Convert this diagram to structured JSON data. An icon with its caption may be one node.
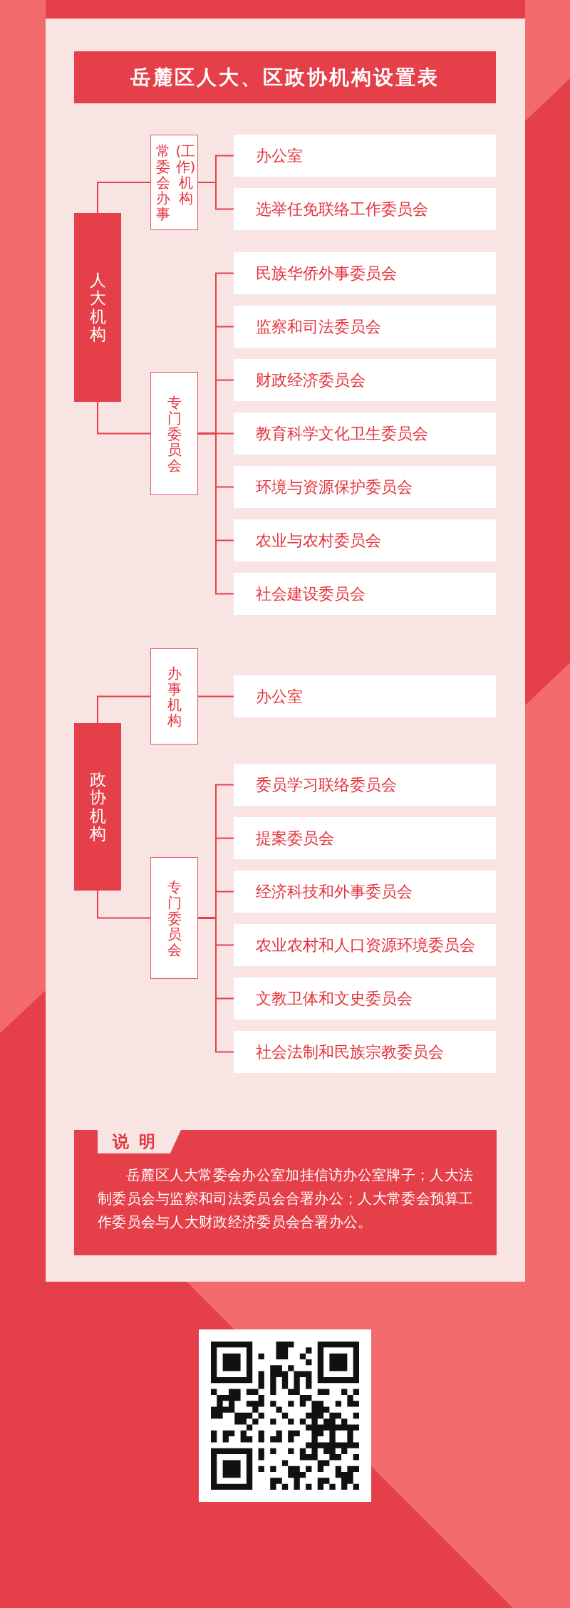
{
  "diagram": {
    "title": "岳麓区人大、区政协机构设置表",
    "nodes": [
      {
        "text": [
          "人大机构"
        ]
      },
      {
        "text": [
          "常委会办事(工作)机构"
        ]
      },
      {
        "text": [
          "办公室"
        ]
      },
      {
        "text": [
          "选举任免联络工作委员会"
        ]
      },
      {
        "text": [
          "专门委员会"
        ]
      },
      {
        "text": [
          "民族华侨外事委员会"
        ]
      },
      {
        "text": [
          "监察和司法委员会"
        ]
      },
      {
        "text": [
          "财政经济委员会"
        ]
      },
      {
        "text": [
          "教育科学文化卫生委员会"
        ]
      },
      {
        "text": [
          "环境与资源保护委员会"
        ]
      },
      {
        "text": [
          "农业与农村委员会"
        ]
      },
      {
        "text": [
          "社会建设委员会"
        ]
      },
      {
        "text": [
          "政协机构"
        ]
      },
      {
        "text": [
          "办事机构"
        ]
      },
      {
        "text": [
          "办公室"
        ]
      },
      {
        "text": [
          "专门委员会"
        ]
      },
      {
        "text": [
          "委员学习联络委员会"
        ]
      },
      {
        "text": [
          "提案委员会"
        ]
      },
      {
        "text": [
          "经济科技和外事委员会"
        ]
      },
      {
        "text": [
          "农业农村和人口资源环境委员会"
        ]
      },
      {
        "text": [
          "文教卫体和文史委员会"
        ]
      },
      {
        "text": [
          "社会法制和民族宗教委员会"
        ]
      },
      {
        "text": [
          "说明",
          "岳麓区人大常委会办公室加挂信访办公室牌子；人大法制委员会与监察和司法委员会合署办公；人大常委会预算工作委员会与人大财政经济委员会合署办公。"
        ]
      }
    ],
    "edges": [
      {
        "from": 0,
        "to": 1,
        "arrow": "none"
      },
      {
        "from": 0,
        "to": 4,
        "arrow": "none"
      },
      {
        "from": 1,
        "to": 2,
        "arrow": "none"
      },
      {
        "from": 1,
        "to": 3,
        "arrow": "none"
      },
      {
        "from": 4,
        "to": 5,
        "arrow": "none"
      },
      {
        "from": 4,
        "to": 6,
        "arrow": "none"
      },
      {
        "from": 4,
        "to": 7,
        "arrow": "none"
      },
      {
        "from": 4,
        "to": 8,
        "arrow": "none"
      },
      {
        "from": 4,
        "to": 9,
        "arrow": "none"
      },
      {
        "from": 4,
        "to": 10,
        "arrow": "none"
      },
      {
        "from": 4,
        "to": 11,
        "arrow": "none"
      },
      {
        "from": 12,
        "to": 13,
        "arrow": "none"
      },
      {
        "from": 12,
        "to": 15,
        "arrow": "none"
      },
      {
        "from": 13,
        "to": 14,
        "arrow": "none"
      },
      {
        "from": 15,
        "to": 16,
        "arrow": "none"
      },
      {
        "from": 15,
        "to": 17,
        "arrow": "none"
      },
      {
        "from": 15,
        "to": 18,
        "arrow": "none"
      },
      {
        "from": 15,
        "to": 19,
        "arrow": "none"
      },
      {
        "from": 15,
        "to": 20,
        "arrow": "none"
      },
      {
        "from": 15,
        "to": 21,
        "arrow": "none"
      }
    ]
  }
}
